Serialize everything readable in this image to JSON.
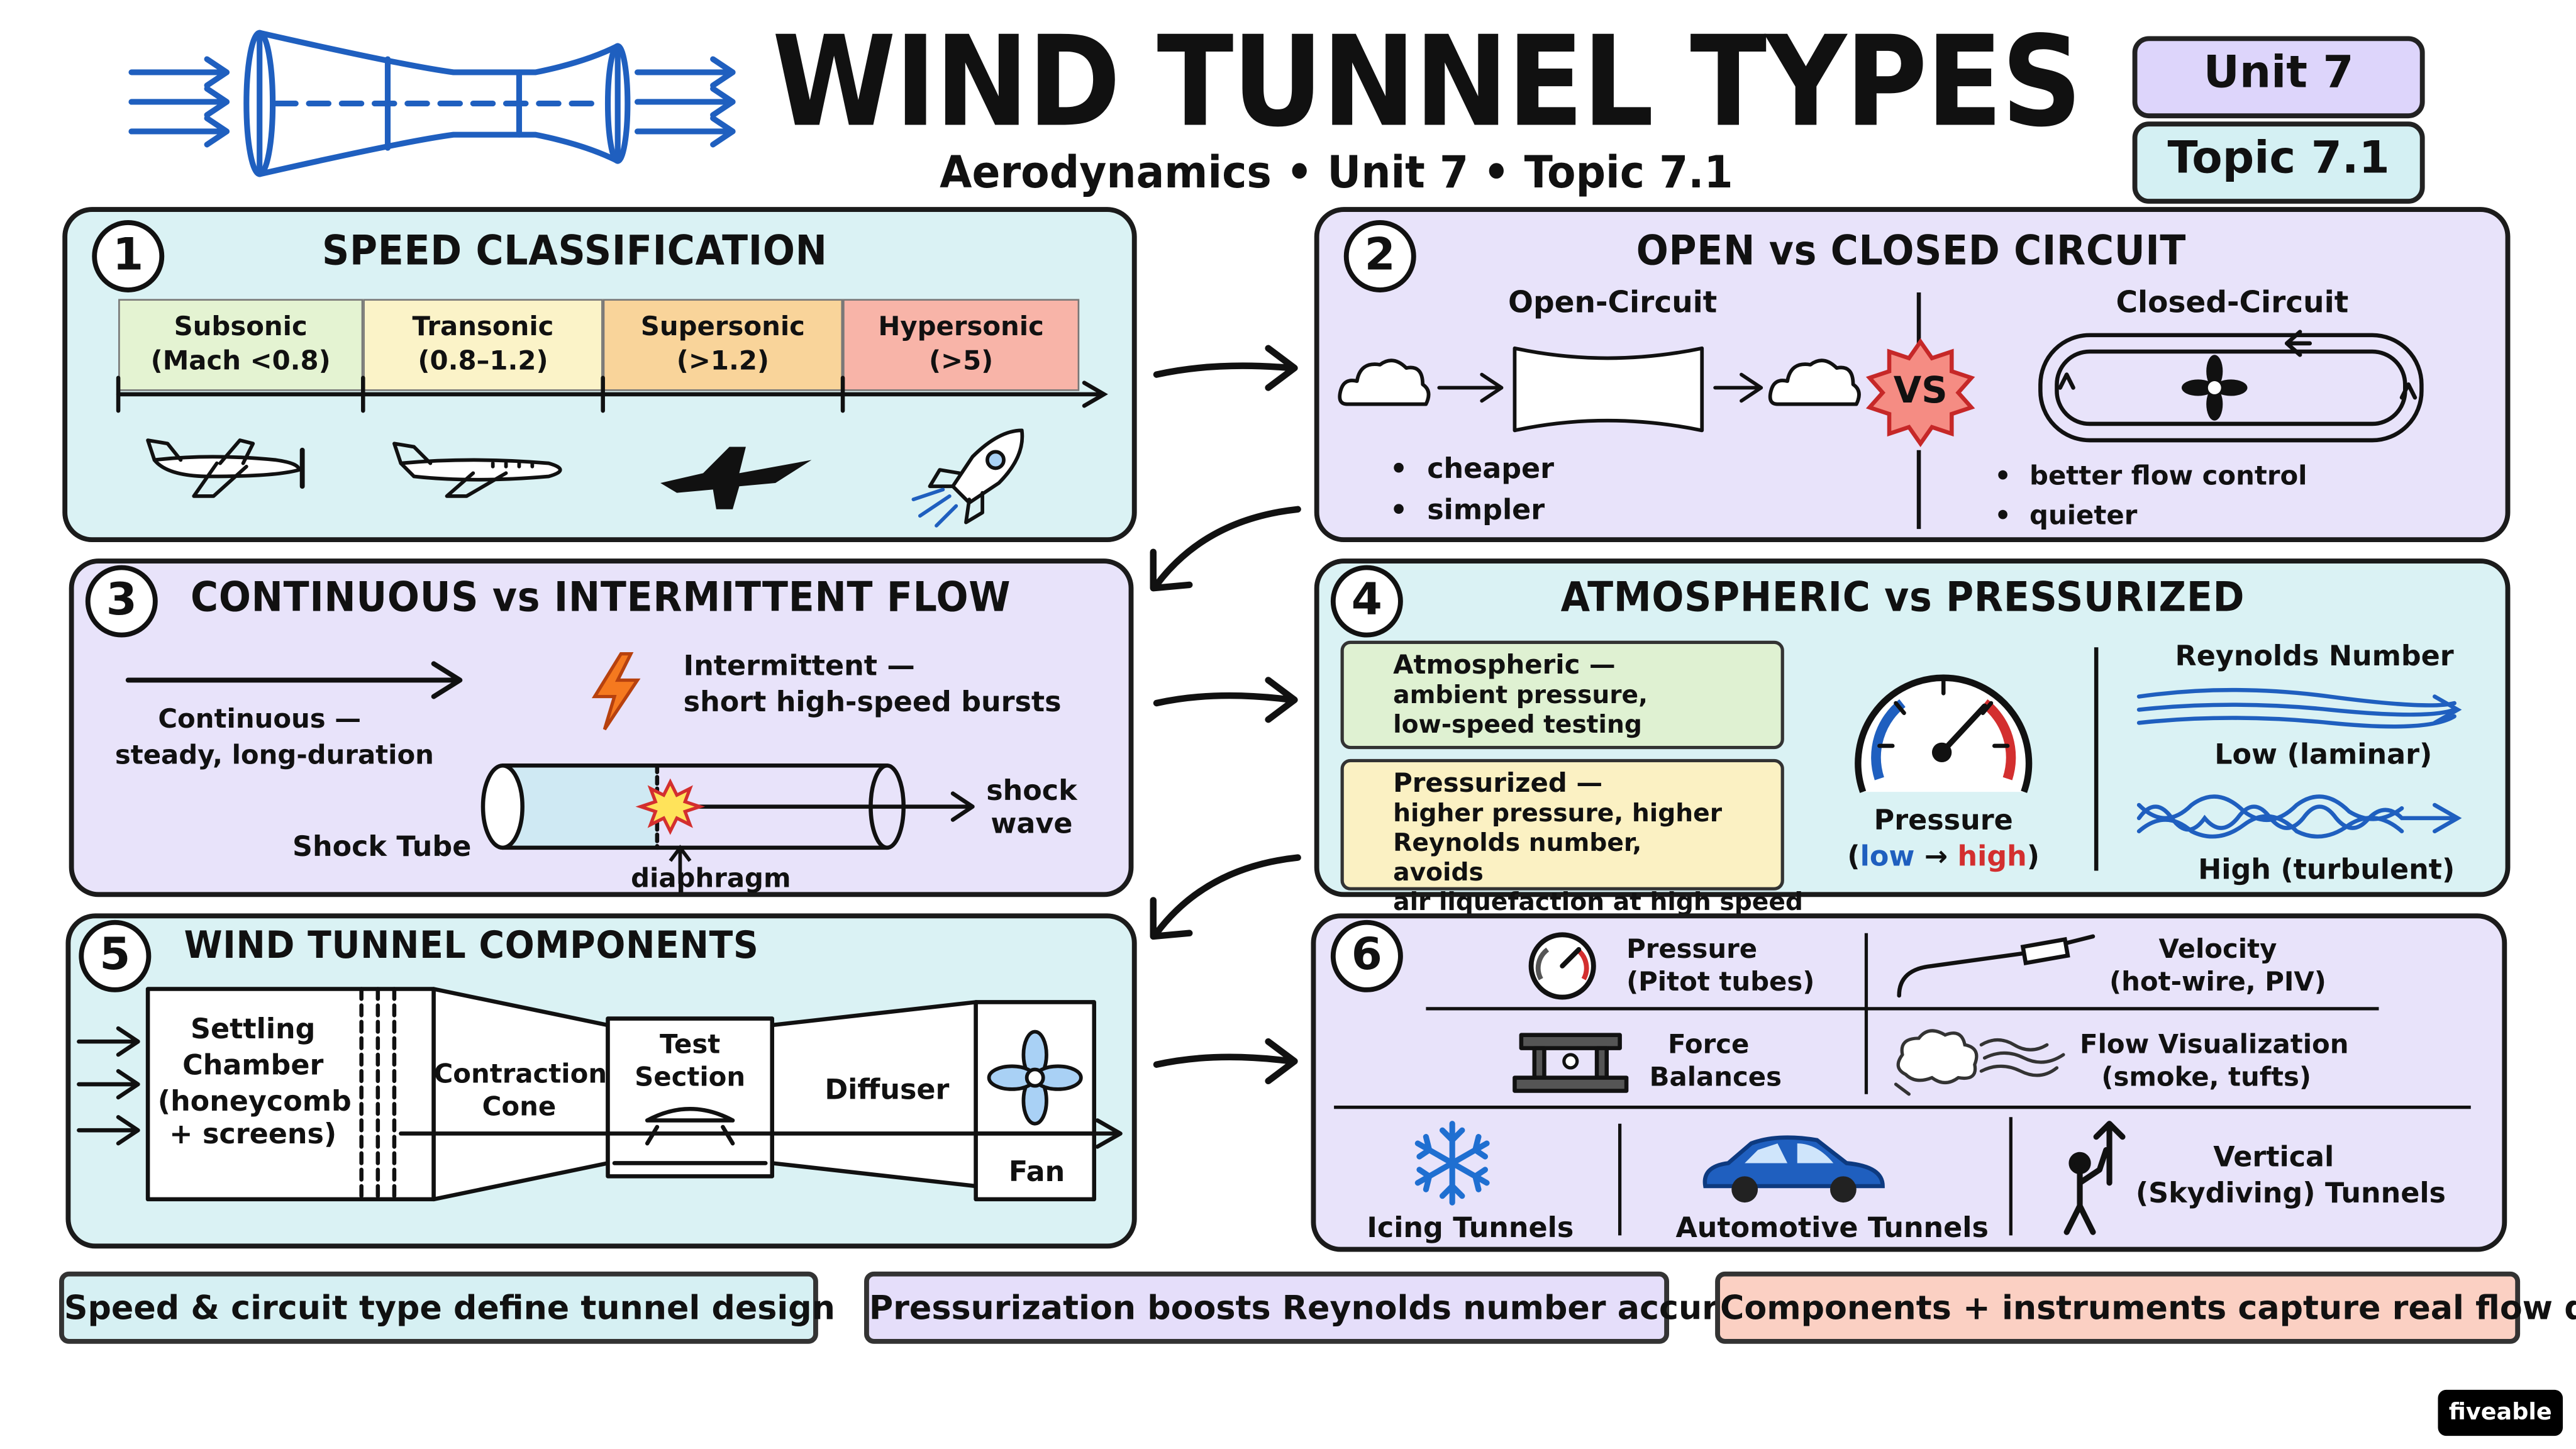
{
  "header": {
    "title": "WIND TUNNEL TYPES",
    "subtitle": "Aerodynamics • Unit 7 • Topic 7.1",
    "unit_tag": "Unit 7",
    "topic_tag": "Topic 7.1"
  },
  "colors": {
    "cyan_panel": "#daf2f4",
    "lavender_panel": "#e8e3fa",
    "accent_blue": "#1f5fbf",
    "accent_red": "#d32f2f"
  },
  "panel1": {
    "number": "1",
    "title": "SPEED CLASSIFICATION",
    "segments": [
      {
        "name": "Subsonic",
        "range": "(Mach <0.8)",
        "color": "#e4f3d2",
        "icon": "propeller-plane-icon"
      },
      {
        "name": "Transonic",
        "range": "(0.8–1.2)",
        "color": "#fbf3c8",
        "icon": "airliner-icon"
      },
      {
        "name": "Supersonic",
        "range": "(>1.2)",
        "color": "#f9d49a",
        "icon": "jet-fighter-icon"
      },
      {
        "name": "Hypersonic",
        "range": "(>5)",
        "color": "#f8b4a8",
        "icon": "rocket-icon"
      }
    ]
  },
  "panel2": {
    "number": "2",
    "title": "OPEN vs CLOSED CIRCUIT",
    "open_label": "Open-Circuit",
    "closed_label": "Closed-Circuit",
    "vs": "VS",
    "open_points": [
      "cheaper",
      "simpler"
    ],
    "closed_points": [
      "better flow control",
      "quieter"
    ]
  },
  "panel3": {
    "number": "3",
    "title": "CONTINUOUS vs INTERMITTENT FLOW",
    "continuous": [
      "Continuous —",
      "steady, long-duration"
    ],
    "intermittent": [
      "Intermittent —",
      "short high-speed bursts"
    ],
    "shock_tube": "Shock Tube",
    "diaphragm": "diaphragm",
    "shock_wave": [
      "shock",
      "wave"
    ]
  },
  "panel4": {
    "number": "4",
    "title": "ATMOSPHERIC vs PRESSURIZED",
    "atmospheric": [
      "Atmospheric —",
      "ambient pressure,",
      "low-speed testing"
    ],
    "pressurized": [
      "Pressurized —",
      "higher pressure, higher",
      "Reynolds number, avoids",
      "air liquefaction at high speed"
    ],
    "gauge_label": "Pressure",
    "gauge_low": "low",
    "gauge_arrow": "→",
    "gauge_high": "high",
    "gauge_paren_open": "(",
    "gauge_paren_close": ")",
    "reynolds_title": "Reynolds Number",
    "laminar": "Low (laminar)",
    "turbulent": "High (turbulent)"
  },
  "panel5": {
    "number": "5",
    "title": "WIND TUNNEL COMPONENTS",
    "settling": [
      "Settling",
      "Chamber",
      "(honeycomb",
      "+ screens)"
    ],
    "contraction": [
      "Contraction",
      "Cone"
    ],
    "test_section": [
      "Test",
      "Section"
    ],
    "diffuser": "Diffuser",
    "fan": "Fan"
  },
  "panel6": {
    "number": "6",
    "pressure": [
      "Pressure",
      "(Pitot tubes)"
    ],
    "velocity": [
      "Velocity",
      "(hot-wire, PIV)"
    ],
    "force": [
      "Force",
      "Balances"
    ],
    "flowviz": [
      "Flow Visualization",
      "(smoke, tufts)"
    ],
    "icing": "Icing Tunnels",
    "automotive": "Automotive Tunnels",
    "vertical": [
      "Vertical",
      "(Skydiving) Tunnels"
    ]
  },
  "footer": [
    {
      "text": "Speed & circuit type define tunnel design",
      "color": "#d6f0f3"
    },
    {
      "text": "Pressurization boosts Reynolds number accuracy",
      "color": "#e5defa"
    },
    {
      "text": "Components + instruments capture real flow data",
      "color": "#fbd0c3"
    }
  ],
  "brand": "fiveable"
}
